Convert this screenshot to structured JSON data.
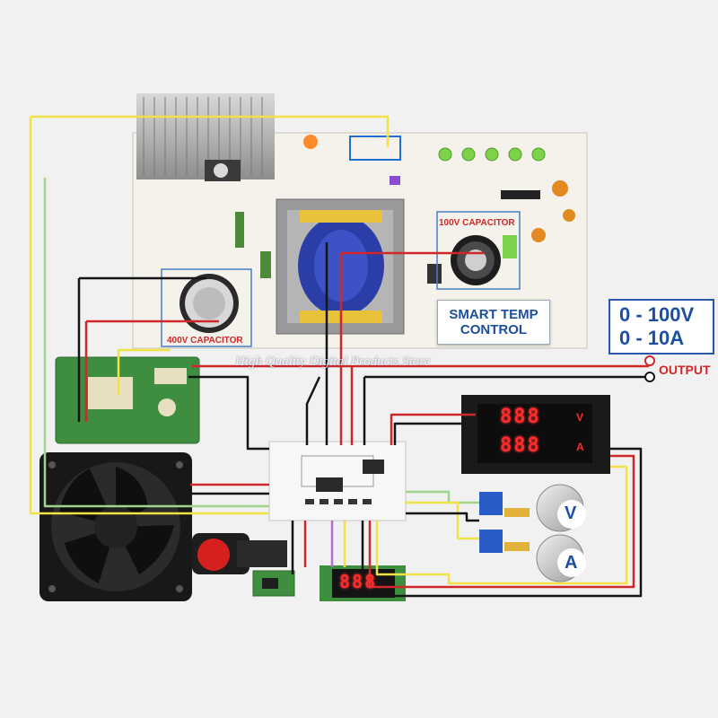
{
  "labels": {
    "capacitor_400v": "400V CAPACITOR",
    "capacitor_100v": "100V CAPACITOR",
    "smart_temp_line1": "SMART TEMP",
    "smart_temp_line2": "CONTROL",
    "voltage_range": "0 - 100V",
    "current_range": "0 - 10A",
    "output": "OUTPUT",
    "watermark": "High Quality Digital Products Store"
  },
  "meter": {
    "voltage_digits": "888",
    "voltage_unit": "V",
    "current_digits": "888",
    "current_unit": "A"
  },
  "small_display": {
    "digits": "888"
  },
  "knobs": {
    "voltage": "V",
    "current": "A"
  },
  "colors": {
    "wire_red": "#d0282a",
    "wire_black": "#151515",
    "wire_yellow": "#f2e24a",
    "wire_green": "#9fd48a",
    "label_blue": "#1c4fa0",
    "pcb": "#f4f2ea"
  }
}
